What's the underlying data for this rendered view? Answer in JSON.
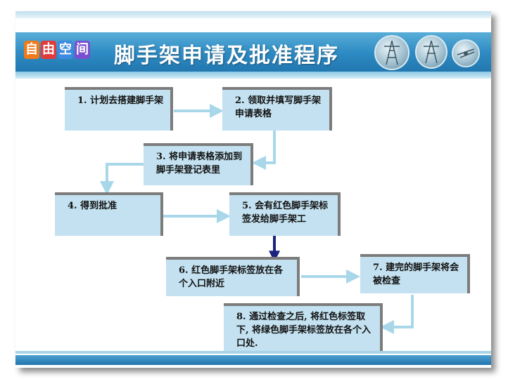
{
  "slide": {
    "title": "脚手架申请及批准程序",
    "logo_chars": [
      "自",
      "由",
      "空",
      "间"
    ]
  },
  "steps": [
    {
      "id": 1,
      "text": "1. 计划去搭建脚手架"
    },
    {
      "id": 2,
      "text": "2. 领取并填写脚手架申请表格"
    },
    {
      "id": 3,
      "text": "3. 将申请表格添加到脚手架登记表里"
    },
    {
      "id": 4,
      "text": "4. 得到批准"
    },
    {
      "id": 5,
      "text": "5. 会有红色脚手架标签发给脚手架工"
    },
    {
      "id": 6,
      "text": "6. 红色脚手架标签放在各个入口附近"
    },
    {
      "id": 7,
      "text": "7. 建完的脚手架将会被检查"
    },
    {
      "id": 8,
      "text": "8. 通过检查之后, 将红色标签取下, 将绿色脚手架标签放在各个入口处."
    }
  ],
  "colors": {
    "banner": "#2f8cc4",
    "box_fill": "#c3e1f0",
    "box_shadow": "#7c7c7c",
    "arrow": "#a9d7ea",
    "arrow_dark": "#1a237e"
  },
  "icons": [
    "photo-tower-icon",
    "photo-pylon-icon",
    "photo-insulator-icon"
  ]
}
